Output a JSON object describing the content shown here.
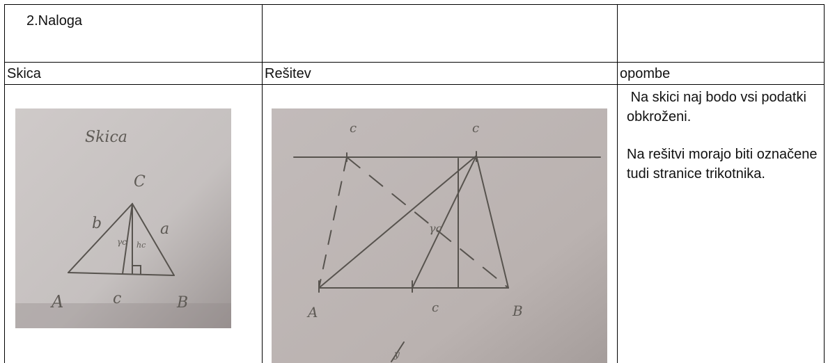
{
  "header": {
    "task_title": "2.Naloga",
    "col_sketch": "Skica",
    "col_solution": "Rešitev",
    "col_notes": "opombe"
  },
  "notes": {
    "paragraph_1": " Na skici naj bodo vsi podatki  obkroženi.",
    "paragraph_2": "Na rešitvi morajo biti označene tudi stranice trikotnika."
  },
  "sketch_photo": {
    "title": "Skica",
    "vertex_c_top": "C",
    "side_b": "b",
    "side_a": "a",
    "angle_label": "γc",
    "height_label": "hc",
    "vertex_a": "A",
    "side_c": "c",
    "vertex_b": "B"
  },
  "solution_photo": {
    "label_c_left": "c",
    "label_c_right": "c",
    "label_gamma": "γc",
    "vertex_a": "A",
    "label_c_base": "c",
    "vertex_b": "B",
    "label_y": "y"
  },
  "colors": {
    "border": "#000000",
    "photo_paper_sketch": "#c7c2c1",
    "photo_paper_solution": "#bdb5b3",
    "pencil": "#57534e"
  }
}
